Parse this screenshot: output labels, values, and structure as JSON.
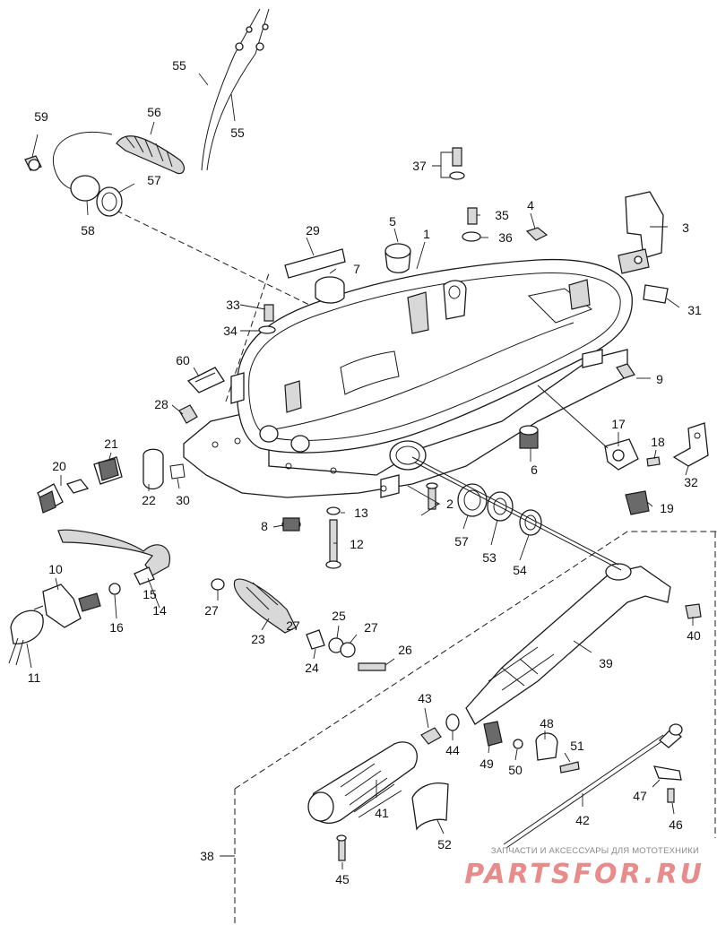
{
  "diagram": {
    "callouts": [
      "1",
      "2",
      "3",
      "4",
      "5",
      "6",
      "7",
      "8",
      "9",
      "10",
      "11",
      "12",
      "13",
      "14",
      "15",
      "16",
      "17",
      "18",
      "19",
      "20",
      "21",
      "22",
      "23",
      "24",
      "25",
      "26",
      "27",
      "27",
      "27",
      "28",
      "29",
      "30",
      "31",
      "32",
      "33",
      "34",
      "35",
      "36",
      "37",
      "38",
      "39",
      "40",
      "41",
      "42",
      "43",
      "44",
      "45",
      "46",
      "47",
      "48",
      "49",
      "50",
      "51",
      "52",
      "53",
      "54",
      "55",
      "55",
      "56",
      "57",
      "57",
      "58",
      "59",
      "60"
    ]
  },
  "watermark": {
    "caption": "ЗАПЧАСТИ И АКСЕССУАРЫ ДЛЯ МОТОТЕХНИКИ",
    "brand": "PARTSFOR.RU"
  },
  "colors": {
    "line": "#1a1a1a",
    "watermark": "#e88b8b",
    "background": "#ffffff"
  }
}
